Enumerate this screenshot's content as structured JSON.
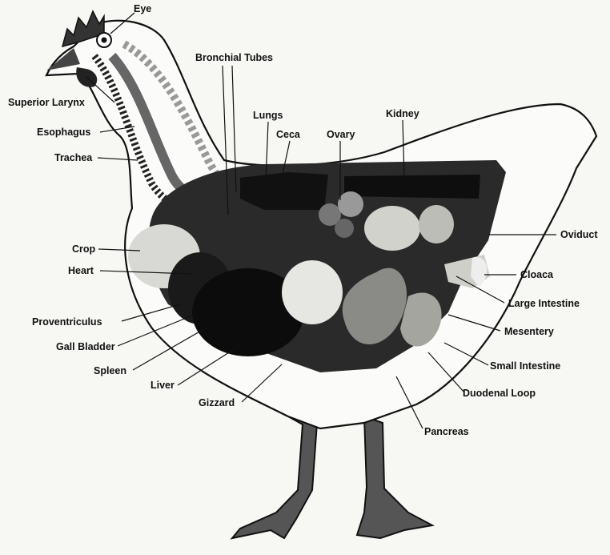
{
  "title": "",
  "labels": {
    "eye": "Eye",
    "bronchial_tubes": "Bronchial Tubes",
    "superior_larynx": "Superior Larynx",
    "esophagus": "Esophagus",
    "trachea": "Trachea",
    "lungs": "Lungs",
    "ceca": "Ceca",
    "ovary": "Ovary",
    "kidney": "Kidney",
    "crop": "Crop",
    "heart": "Heart",
    "oviduct": "Oviduct",
    "cloaca": "Cloaca",
    "large_intestine": "Large Intestine",
    "proventriculus": "Proventriculus",
    "mesentery": "Mesentery",
    "gall_bladder": "Gall Bladder",
    "small_intestine": "Small Intestine",
    "spleen": "Spleen",
    "liver": "Liver",
    "duodenal_loop": "Duodenal Loop",
    "gizzard": "Gizzard",
    "pancreas": "Pancreas"
  }
}
